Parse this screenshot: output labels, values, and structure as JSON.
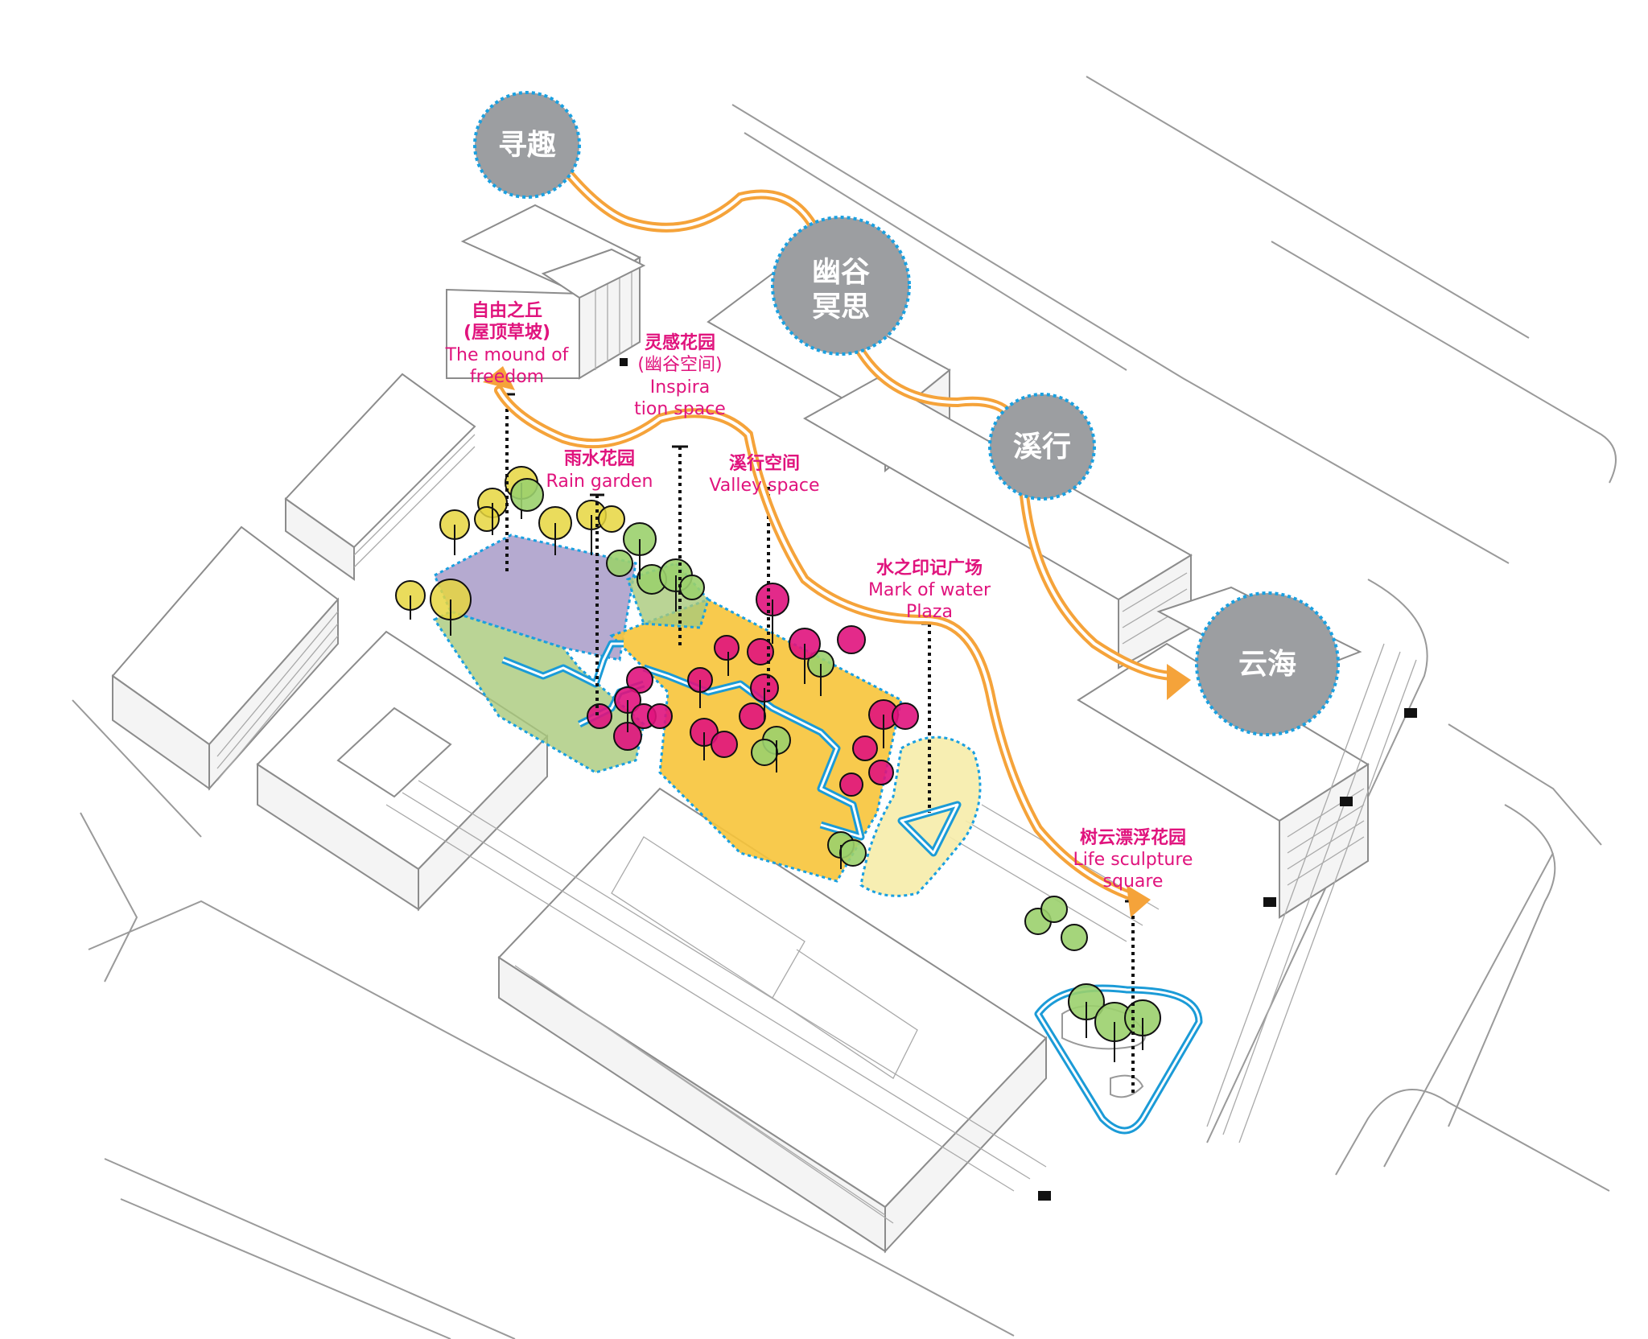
{
  "bubbles": {
    "xunqu": "寻趣",
    "yougu_1": "幽谷",
    "yougu_2": "冥思",
    "xixing": "溪行",
    "yunhai": "云海"
  },
  "labels": {
    "mound": {
      "cn1": "自由之丘",
      "cn2": "(屋顶草坡)",
      "en1": "The mound of",
      "en2": "freedom"
    },
    "inspiration": {
      "cn1": "灵感花园",
      "cn2": "(幽谷空间)",
      "en1": "Inspira",
      "en2": "tion space"
    },
    "rain": {
      "cn1": "雨水花园",
      "en1": "Rain garden"
    },
    "valley": {
      "cn1": "溪行空间",
      "en1": "Valley space"
    },
    "water": {
      "cn1": "水之印记广场",
      "en1": "Mark of water",
      "en2": "Plaza"
    },
    "life": {
      "cn1": "树云漂浮花园",
      "en1": "Life sculpture",
      "en2": "square"
    }
  },
  "colors": {
    "bubble_fill": "#9c9ea1",
    "bubble_stroke": "#1aa0e0",
    "route": "#f5a33a",
    "water_path": "#1b9bd7",
    "label": "#e0137d",
    "purple_zone": "#a89bc8",
    "yellow_zone": "#f7c43a",
    "green_zone": "#a9c97a",
    "pale_yellow_zone": "#f6ecaa",
    "tree_yellow": "#e6d640",
    "tree_green": "#9bd06d",
    "tree_magenta": "#e0137d"
  }
}
